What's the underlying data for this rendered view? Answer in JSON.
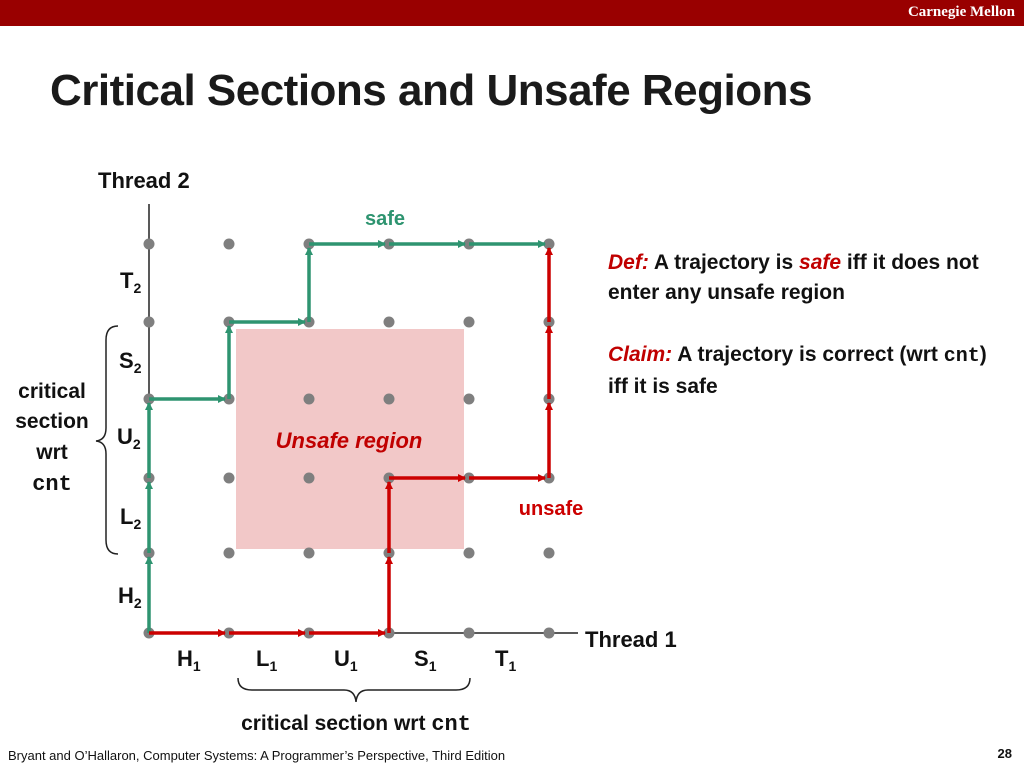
{
  "header": {
    "brand": "Carnegie Mellon"
  },
  "slide": {
    "title": "Critical Sections and Unsafe Regions",
    "page_number": "28"
  },
  "footer": {
    "text": "Bryant and O’Hallaron, Computer Systems: A Programmer’s Perspective, Third Edition"
  },
  "diagram": {
    "y_axis_label": "Thread 2",
    "x_axis_label": "Thread 1",
    "x_ticks": [
      {
        "base": "H",
        "sub": "1"
      },
      {
        "base": "L",
        "sub": "1"
      },
      {
        "base": "U",
        "sub": "1"
      },
      {
        "base": "S",
        "sub": "1"
      },
      {
        "base": "T",
        "sub": "1"
      }
    ],
    "y_ticks": [
      {
        "base": "H",
        "sub": "2"
      },
      {
        "base": "L",
        "sub": "2"
      },
      {
        "base": "U",
        "sub": "2"
      },
      {
        "base": "S",
        "sub": "2"
      },
      {
        "base": "T",
        "sub": "2"
      }
    ],
    "unsafe_region_label": "Unsafe region",
    "safe_label": "safe",
    "unsafe_label": "unsafe",
    "critical_section_y": {
      "line1": "critical",
      "line2": "section",
      "line3": "wrt",
      "var": "cnt"
    },
    "critical_section_x": {
      "text": "critical section wrt ",
      "var": "cnt"
    },
    "colors": {
      "safe": "#2e9470",
      "unsafe": "#cc0000",
      "region": "#f2c8c8",
      "dot": "#7f7f7f"
    }
  },
  "notes": {
    "def_label": "Def:",
    "def_pre": " A trajectory is ",
    "def_safe": "safe",
    "def_post": "  iff it does not enter any unsafe region",
    "claim_label": "Claim:",
    "claim_pre": " A trajectory is  correct (wrt ",
    "claim_var": "cnt",
    "claim_post": ")  iff it is safe"
  }
}
